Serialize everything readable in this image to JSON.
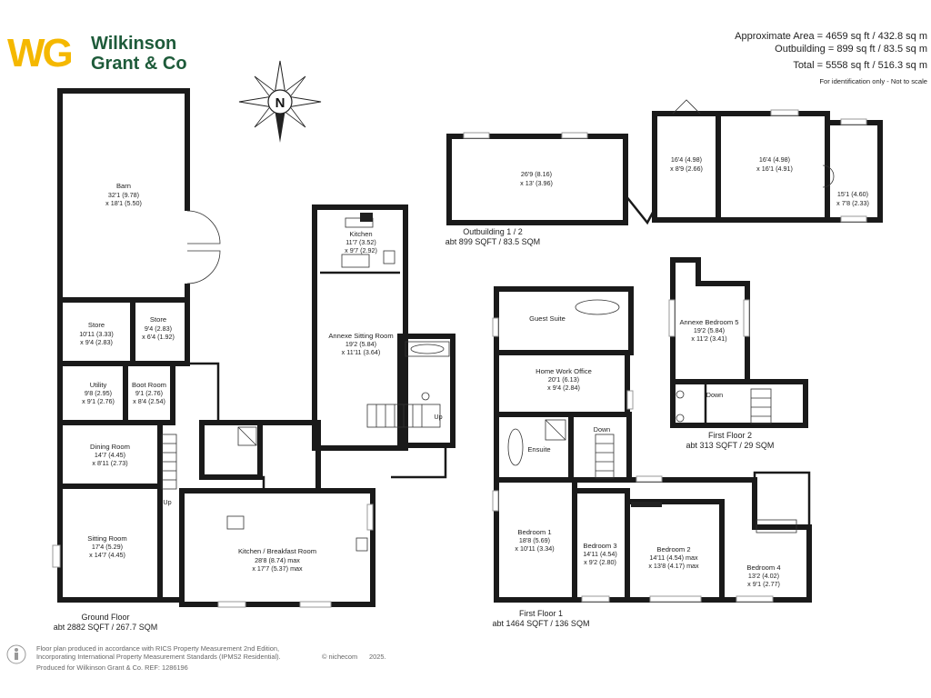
{
  "brand": {
    "logo_mark": "WG",
    "name_line1": "Wilkinson",
    "name_line2": "Grant & Co",
    "logo_color": "#f5b800",
    "text_color": "#1e5b3a"
  },
  "areas": {
    "approx": "Approximate Area = 4659 sq ft / 432.8 sq m",
    "outbuilding": "Outbuilding = 899 sq ft / 83.5 sq m",
    "total": "Total = 5558 sq ft / 516.3 sq m",
    "note": "For identification only - Not to scale"
  },
  "compass": {
    "letter": "N",
    "icon": "compass-icon"
  },
  "rooms": {
    "barn": {
      "name": "Barn",
      "dim1": "32'1 (9.78)",
      "dim2": "x 18'1 (5.50)"
    },
    "store1": {
      "name": "Store",
      "dim1": "10'11 (3.33)",
      "dim2": "x 9'4 (2.83)"
    },
    "store2": {
      "name": "Store",
      "dim1": "9'4 (2.83)",
      "dim2": "x 6'4 (1.92)"
    },
    "utility": {
      "name": "Utility",
      "dim1": "9'8 (2.95)",
      "dim2": "x 9'1 (2.76)"
    },
    "boot_room": {
      "name": "Boot Room",
      "dim1": "9'1 (2.76)",
      "dim2": "x 8'4 (2.54)"
    },
    "dining_room": {
      "name": "Dining Room",
      "dim1": "14'7 (4.45)",
      "dim2": "x 8'11 (2.73)"
    },
    "sitting_room": {
      "name": "Sitting Room",
      "dim1": "17'4 (5.29)",
      "dim2": "x 14'7 (4.45)"
    },
    "kitchen_breakfast": {
      "name": "Kitchen / Breakfast Room",
      "dim1": "28'8 (8.74) max",
      "dim2": "x 17'7 (5.37) max"
    },
    "annexe_kitchen": {
      "name": "Kitchen",
      "dim1": "11'7 (3.52)",
      "dim2": "x 9'7 (2.92)"
    },
    "annexe_sitting": {
      "name": "Annexe Sitting Room",
      "dim1": "19'2 (5.84)",
      "dim2": "x 11'11 (3.64)"
    },
    "outbuilding_a": {
      "dim1": "26'9 (8.16)",
      "dim2": "x 13' (3.96)"
    },
    "outbuilding_b": {
      "dim1": "16'4 (4.98)",
      "dim2": "x 8'9 (2.66)"
    },
    "outbuilding_c": {
      "dim1": "16'4 (4.98)",
      "dim2": "x 16'1 (4.91)"
    },
    "outbuilding_d": {
      "dim1": "15'1 (4.60)",
      "dim2": "x 7'8 (2.33)"
    },
    "guest_suite": {
      "name": "Guest Suite"
    },
    "home_office": {
      "name": "Home Work Office",
      "dim1": "20'1 (6.13)",
      "dim2": "x 9'4 (2.84)"
    },
    "ensuite": {
      "name": "Ensuite"
    },
    "bedroom1": {
      "name": "Bedroom 1",
      "dim1": "18'8 (5.69)",
      "dim2": "x 10'11 (3.34)"
    },
    "bedroom2": {
      "name": "Bedroom 2",
      "dim1": "14'11 (4.54) max",
      "dim2": "x 13'8 (4.17) max"
    },
    "bedroom3": {
      "name": "Bedroom 3",
      "dim1": "14'11 (4.54)",
      "dim2": "x 9'2 (2.80)"
    },
    "bedroom4": {
      "name": "Bedroom 4",
      "dim1": "13'2 (4.02)",
      "dim2": "x 9'1 (2.77)"
    },
    "annexe_bed5": {
      "name": "Annexe Bedroom 5",
      "dim1": "19'2 (5.84)",
      "dim2": "x 11'2 (3.41)"
    }
  },
  "stair_labels": {
    "up": "Up",
    "down": "Down"
  },
  "floors": {
    "ground": {
      "name": "Ground Floor",
      "area": "abt 2882 SQFT / 267.7 SQM"
    },
    "outbuilding": {
      "name": "Outbuilding 1 / 2",
      "area": "abt 899 SQFT / 83.5 SQM"
    },
    "first1": {
      "name": "First Floor 1",
      "area": "abt 1464 SQFT / 136 SQM"
    },
    "first2": {
      "name": "First Floor 2",
      "area": "abt 313 SQFT / 29 SQM"
    }
  },
  "footer": {
    "line1": "Floor plan produced in accordance with RICS Property Measurement 2nd Edition,",
    "line2": "Incorporating International Property Measurement Standards (IPMS2 Residential).",
    "copyright": "© nichecom",
    "year": "2025.",
    "line3": "Produced for Wilkinson Grant & Co.   REF:  1286196",
    "icon": "person-scale-icon"
  }
}
